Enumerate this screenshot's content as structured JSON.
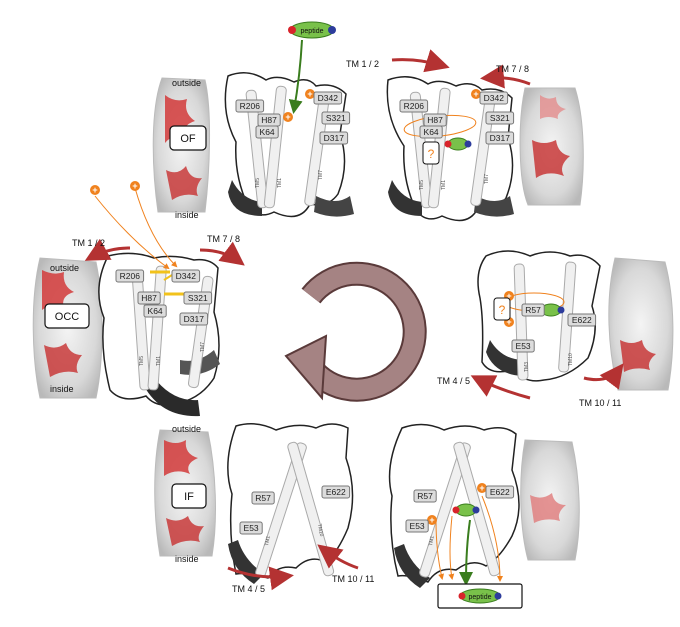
{
  "states": {
    "of": "OF",
    "occ": "OCC",
    "if": "IF"
  },
  "side": {
    "outside": "outside",
    "inside": "inside"
  },
  "tm": {
    "tm12": "TM 1 / 2",
    "tm78": "TM 7 / 8",
    "tm45": "TM 4 / 5",
    "tm1011": "TM 10 / 11"
  },
  "helix": {
    "tm1": "TM1",
    "tm2": "TM2",
    "tm3": "TM3",
    "tm5": "TM5",
    "tm7": "TM7",
    "tm10": "TM10"
  },
  "residues": {
    "r206": "R206",
    "d342": "D342",
    "h87": "H87",
    "k64": "K64",
    "s321": "S321",
    "d317": "D317",
    "r57": "R57",
    "e622": "E622",
    "e53": "E53"
  },
  "peptide": "peptide",
  "unknown": "?",
  "charge": {
    "plus": "+",
    "minus": "-"
  },
  "colors": {
    "arrow_red": "#b43232",
    "arrow_green": "#3a7d1e",
    "ion_orange": "#f0821e",
    "salt_bridge": "#f2c21b",
    "cycle": "#a58383",
    "peptide_green": "#79c14a",
    "charge_red": "#d8232a",
    "charge_blue": "#2d3c9c"
  }
}
